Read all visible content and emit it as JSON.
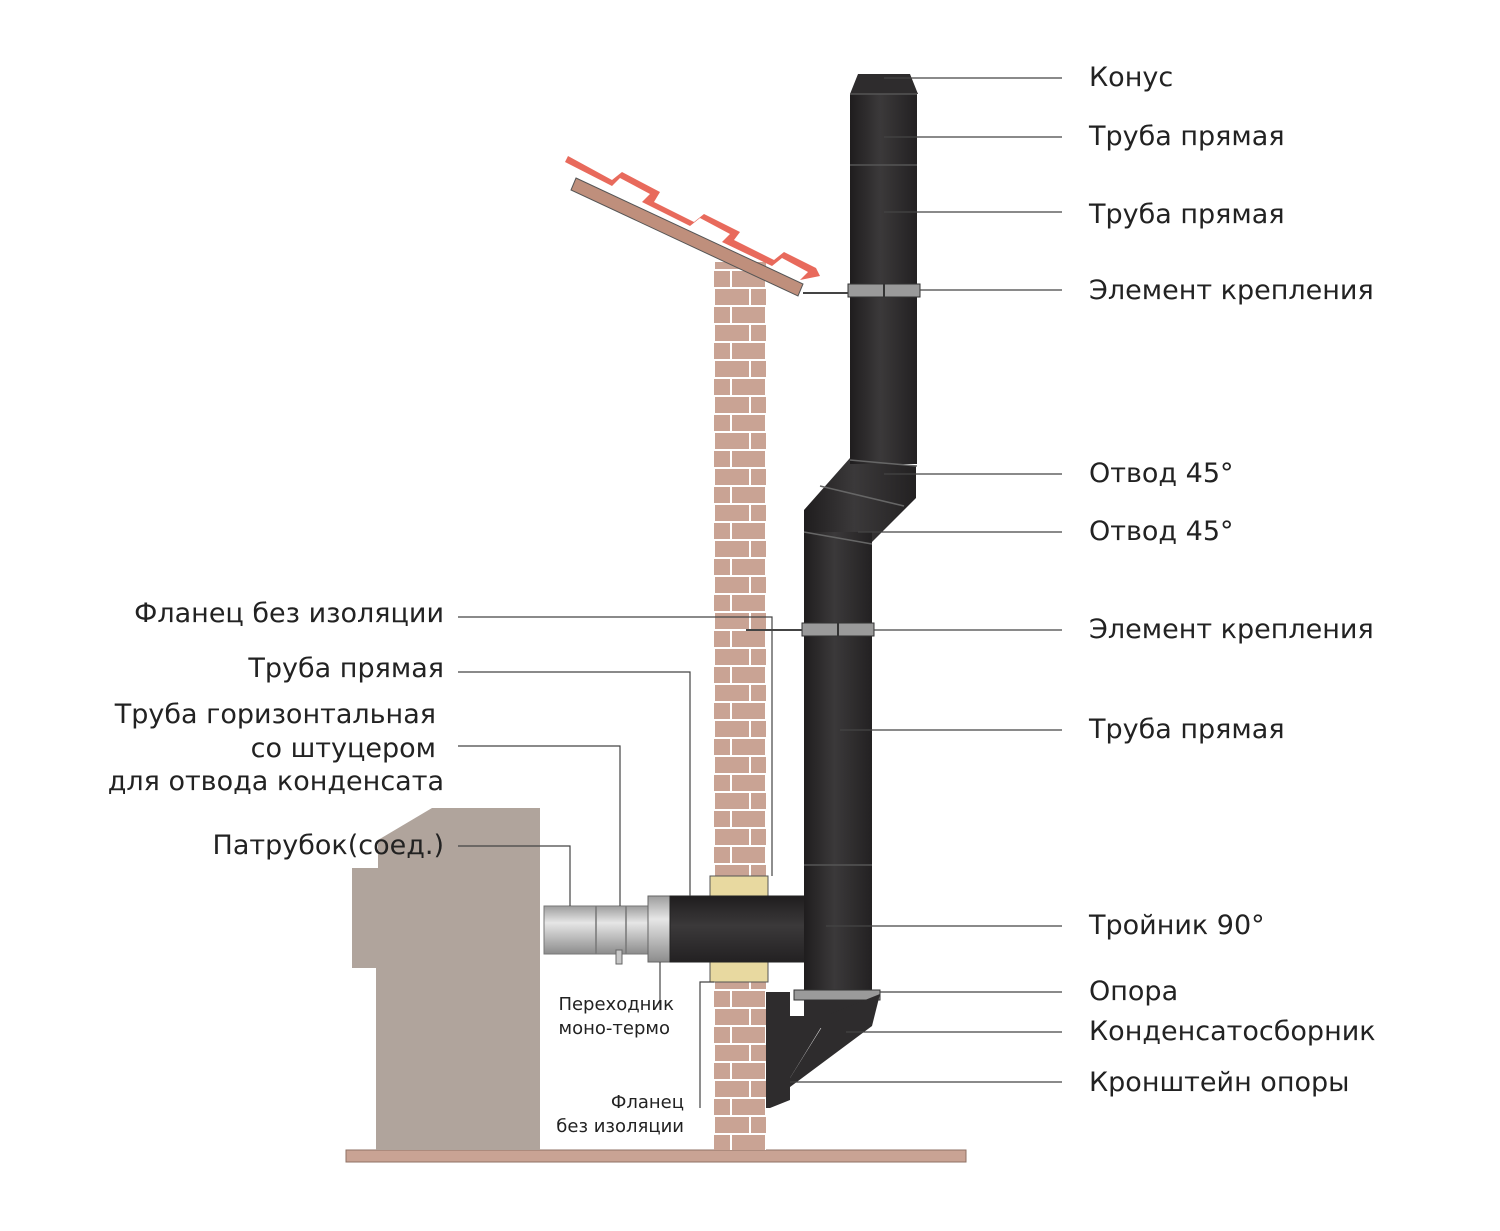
{
  "colors": {
    "pipe": "#2e2c2d",
    "pipe_highlight": "#4a4849",
    "brick": "#c9a394",
    "brick_mortar": "#ffffff",
    "roof_tile": "#e86a5c",
    "roof_board": "#bf8f7c",
    "boiler": "#b0a49c",
    "insulation": "#e8d9a0",
    "steel": "#c7c7c7",
    "clamp": "#9a9a9a",
    "leader_line": "#444444",
    "floor": "#c9a394"
  },
  "labels_right": [
    {
      "id": "cone",
      "text": "Конус"
    },
    {
      "id": "pipe-straight-1",
      "text": "Труба прямая"
    },
    {
      "id": "pipe-straight-2",
      "text": "Труба прямая"
    },
    {
      "id": "fastening-1",
      "text": "Элемент крепления"
    },
    {
      "id": "elbow-1",
      "text": "Отвод 45°"
    },
    {
      "id": "elbow-2",
      "text": "Отвод 45°"
    },
    {
      "id": "fastening-2",
      "text": "Элемент крепления"
    },
    {
      "id": "pipe-straight-3",
      "text": "Труба прямая"
    },
    {
      "id": "tee",
      "text": "Тройник 90°"
    },
    {
      "id": "support",
      "text": "Опора"
    },
    {
      "id": "condensate-collector",
      "text": "Конденсатосборник"
    },
    {
      "id": "support-bracket",
      "text": "Кронштейн опоры"
    }
  ],
  "labels_left": [
    {
      "id": "flange-top",
      "text": "Фланец без изоляции"
    },
    {
      "id": "pipe-straight-left",
      "text": "Труба прямая"
    },
    {
      "id": "horizontal-pipe-l1",
      "text": "Труба горизонтальная"
    },
    {
      "id": "horizontal-pipe-l2",
      "text": "со штуцером"
    },
    {
      "id": "horizontal-pipe-l3",
      "text": "для отвода конденсата"
    },
    {
      "id": "connector",
      "text": "Патрубок(соед.)"
    }
  ],
  "labels_small": {
    "adapter_l1": "Переходник",
    "adapter_l2": "моно-термо",
    "flange_bottom_l1": "Фланец",
    "flange_bottom_l2": "без изоляции"
  }
}
